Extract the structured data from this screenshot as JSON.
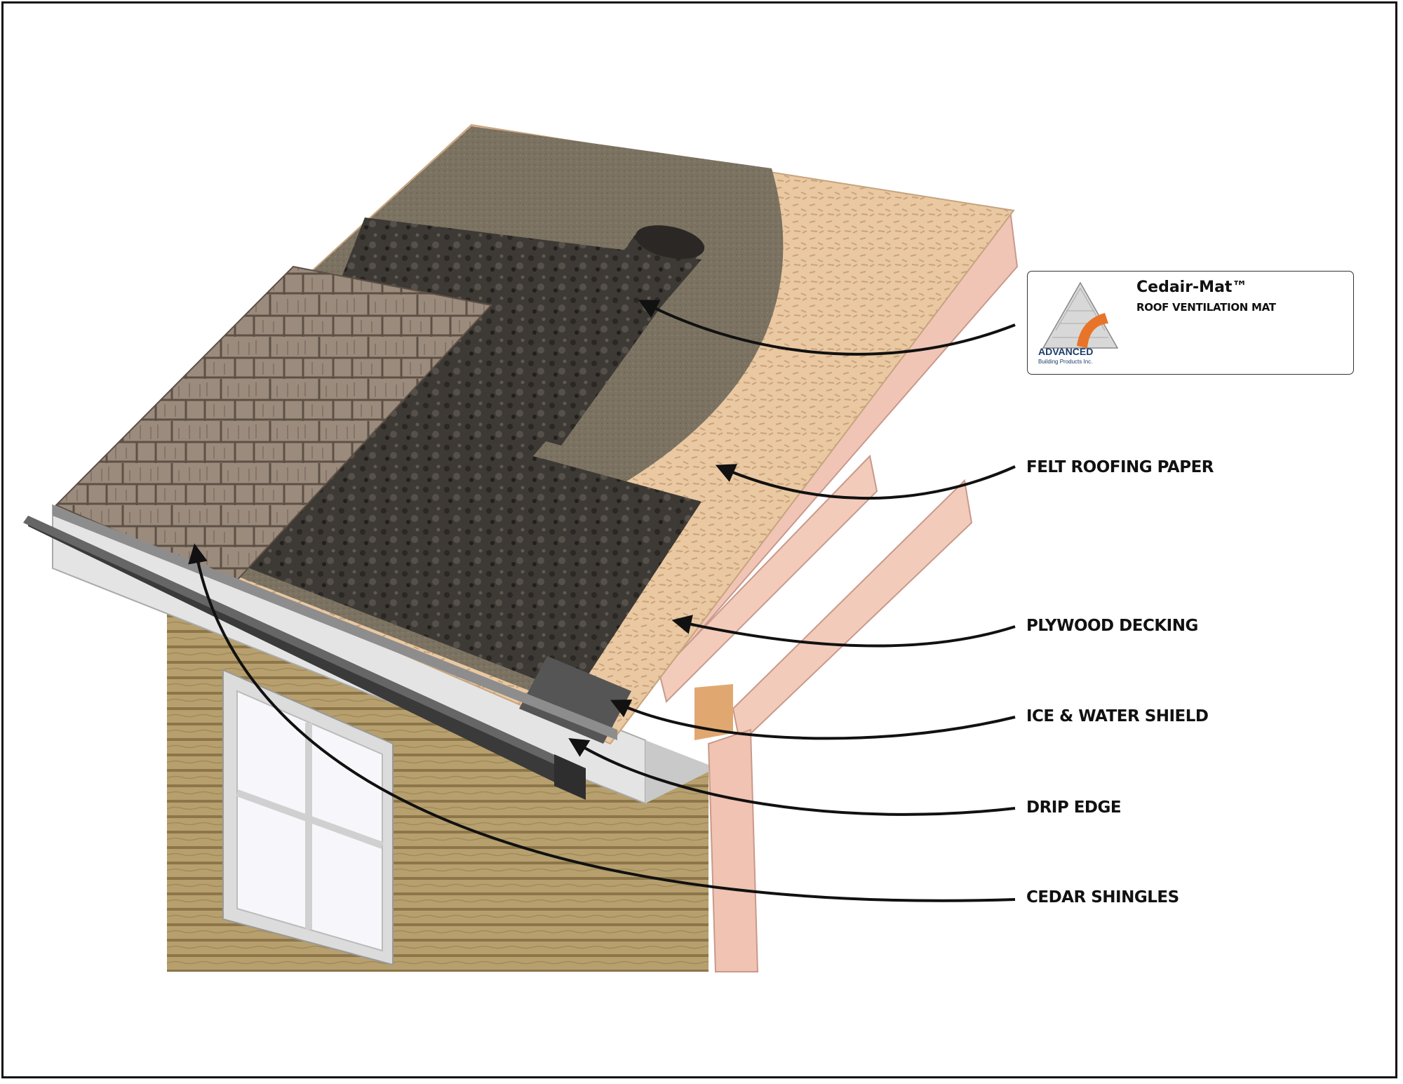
{
  "product": {
    "title": "Cedair-Mat™",
    "subtitle": "ROOF VENTILATION MAT",
    "logo_text": "ADVANCED",
    "logo_subtext": "Building Products Inc.",
    "logo_icon": "triangle-mesh-logo-icon"
  },
  "labels": [
    {
      "id": "felt",
      "text": "FELT ROOFING PAPER"
    },
    {
      "id": "plywood",
      "text": "PLYWOOD DECKING"
    },
    {
      "id": "ice",
      "text": "ICE & WATER SHIELD"
    },
    {
      "id": "drip",
      "text": "DRIP EDGE"
    },
    {
      "id": "cedar",
      "text": "CEDAR SHINGLES"
    }
  ],
  "colors": {
    "plywood": "#e8c6a0",
    "felt": "#7e7563",
    "mat": "#3a3631",
    "shingle": "#9a8a7c",
    "siding": "#b49a68",
    "gutter": "#3c3c3c",
    "logo_orange": "#e8742a",
    "logo_navy": "#1b3c6b"
  }
}
